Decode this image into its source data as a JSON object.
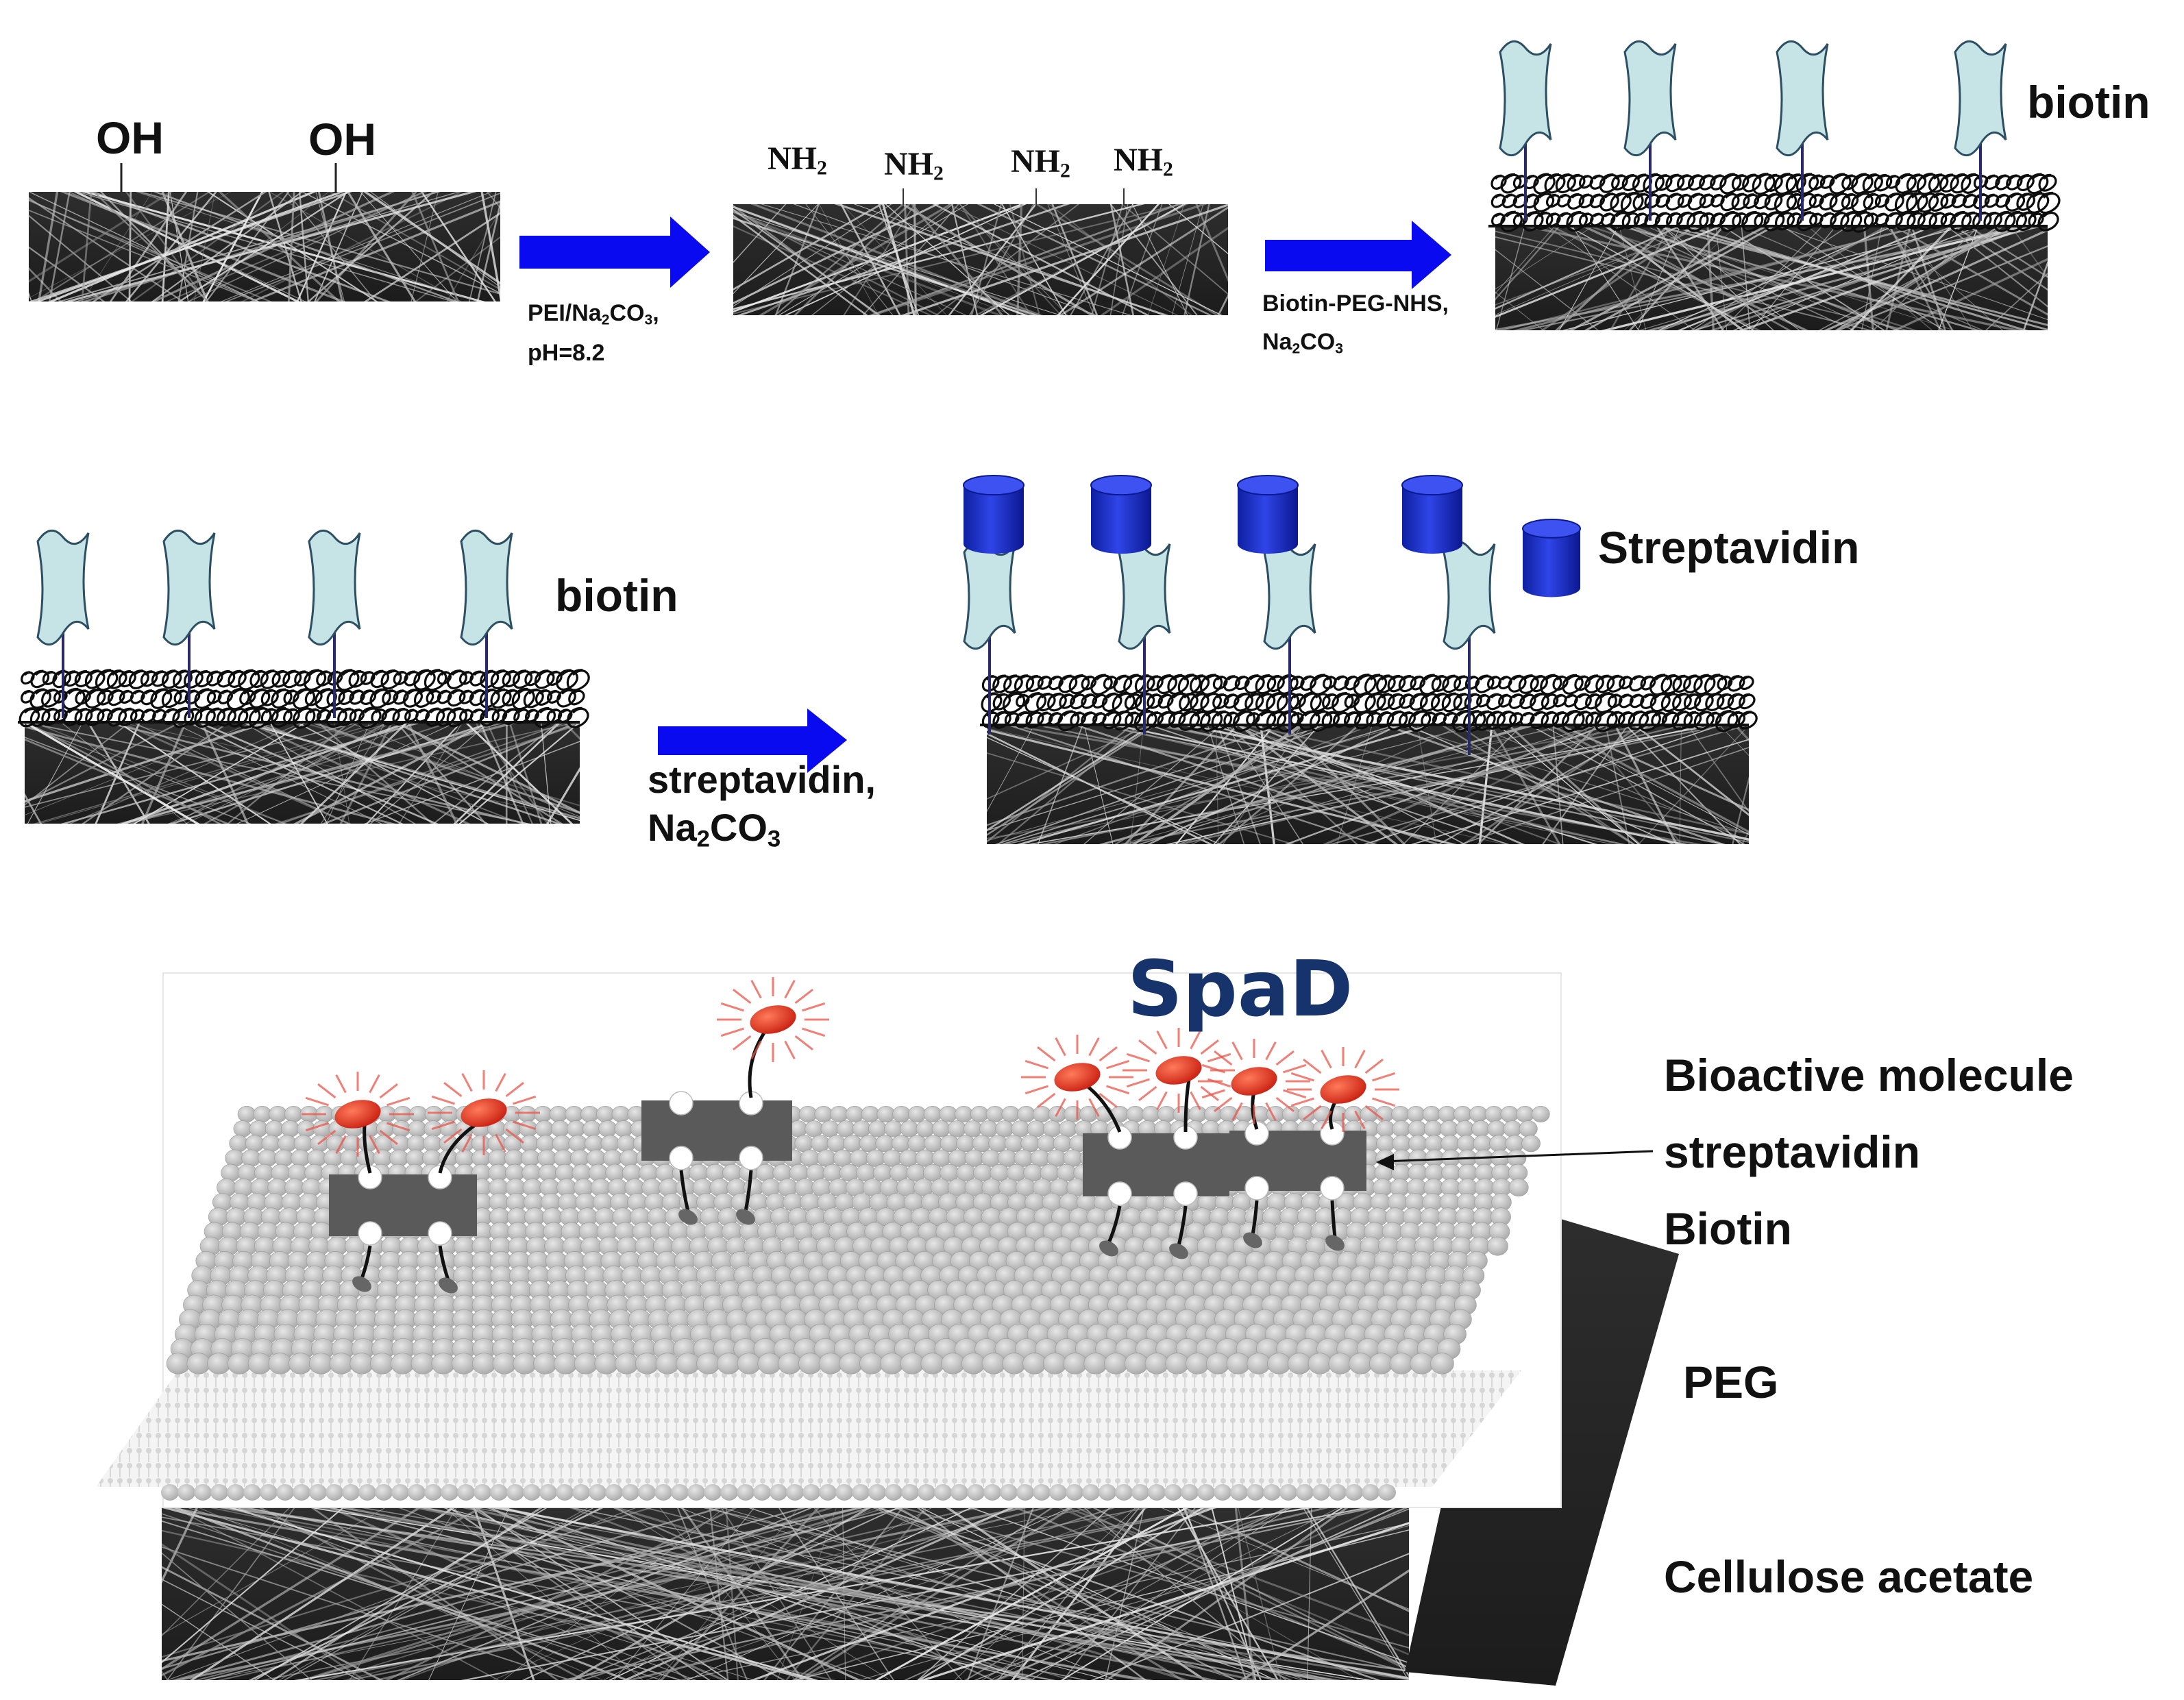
{
  "colors": {
    "arrow": "#0a0af0",
    "biotin_fill": "#c6e3e6",
    "biotin_stroke": "#2d4f63",
    "streptavidin": "#1a2fd0",
    "fiber_bg": "#262626",
    "peg_sphere": "#c4c4c4",
    "bioactive": "#e23020",
    "strep_block": "#5a5a5a",
    "spad_title": "#16336b"
  },
  "step1": {
    "group_labels": [
      "OH",
      "OH"
    ],
    "arrow_reagent_line1": "PEI/Na",
    "arrow_reagent_sub1": "2",
    "arrow_reagent_line1_tail": "CO",
    "arrow_reagent_sub2": "3",
    "arrow_reagent_line1_end": ",",
    "arrow_reagent_line2": "pH=8.2"
  },
  "step2": {
    "group_labels": [
      "NH",
      "NH",
      "NH",
      "NH"
    ],
    "group_sub": "2",
    "arrow_reagent_line1": "Biotin-PEG-NHS,",
    "arrow_reagent_line2_a": "Na",
    "arrow_reagent_line2_sub1": "2",
    "arrow_reagent_line2_b": "CO",
    "arrow_reagent_line2_sub2": "3"
  },
  "step3": {
    "label": "biotin"
  },
  "step4": {
    "label": "biotin",
    "arrow_reagent_line1": "streptavidin,",
    "arrow_reagent_line2_a": "Na",
    "arrow_reagent_line2_sub1": "2",
    "arrow_reagent_line2_b": "CO",
    "arrow_reagent_line2_sub2": "3"
  },
  "step5": {
    "legend_label": "Streptavidin"
  },
  "bottom": {
    "title": "SpaD",
    "layers": [
      "Bioactive molecule",
      "streptavidin",
      "Biotin",
      "PEG",
      "Cellulose acetate"
    ]
  }
}
